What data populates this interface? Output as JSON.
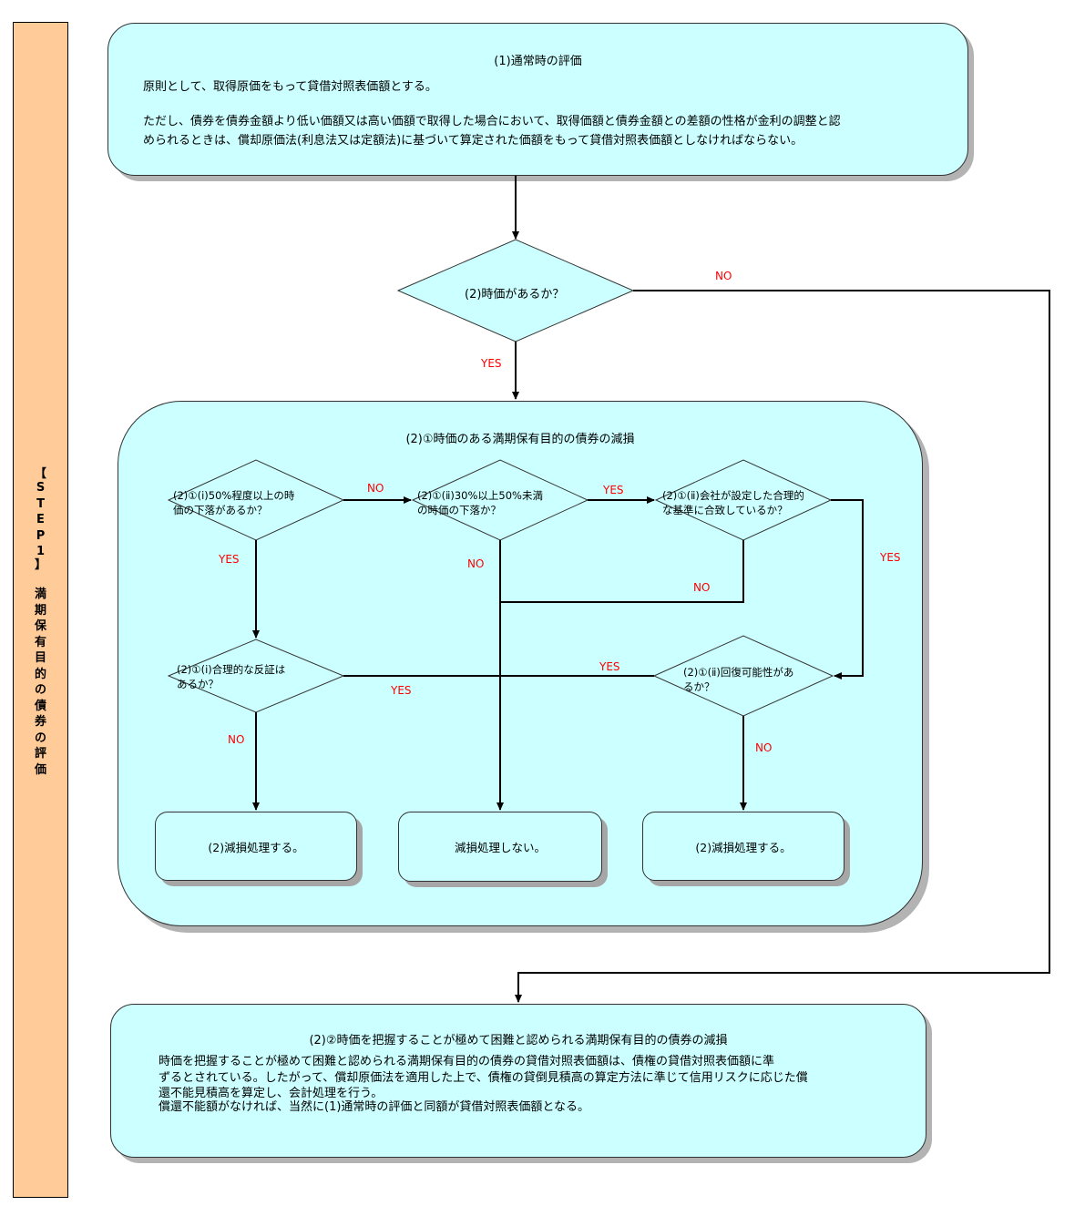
{
  "sidebar": {
    "label": "【STEP1】 満期保有目的の債券の評価"
  },
  "normal_eval": {
    "title": "(1)通常時の評価",
    "para1": "原則として、取得原価をもって貸借対照表価額とする。",
    "para2_line1": "ただし、債券を債券金額より低い価額又は高い価額で取得した場合において、取得価額と債券金額との差額の性格が金利の調整と認",
    "para2_line2": "められるときは、償却原価法(利息法又は定額法)に基づいて算定された価額をもって貸借対照表価額としなければならない。"
  },
  "market_price_decision": {
    "question": "(2)時価があるか？",
    "yes_label": "YES",
    "no_label": "NO"
  },
  "impairment_with_price": {
    "title": "(2)①時価のある満期保有目的の債券の減損",
    "decisions": {
      "d1": {
        "line1": "(2)①(ⅰ)50%程度以上の時",
        "line2": "価の下落があるか？"
      },
      "d2": {
        "line1": "(2)①(ⅱ)30%以上50%未満",
        "line2": "の時価の下落か？"
      },
      "d3": {
        "line1": "(2)①(ⅱ)会社が設定した合理的",
        "line2": "な基準に合致しているか？"
      },
      "d4": {
        "line1": "(2)①(ⅰ)合理的な反証は",
        "line2": "あるか？"
      },
      "d5": {
        "line1": "(2)①(ⅱ)回復可能性があ",
        "line2": "るか？"
      }
    },
    "edge_labels": {
      "d1_no": "NO",
      "d1_yes": "YES",
      "d2_yes": "YES",
      "d2_no": "NO",
      "d3_no": "NO",
      "d3_yes": "YES",
      "d4_yes": "YES",
      "d5_yes": "YES",
      "d4_no": "NO",
      "d5_no": "NO"
    },
    "outcomes": [
      {
        "label": "(2)減損処理する。"
      },
      {
        "label": "減損処理しない。"
      },
      {
        "label": "(2)減損処理する。"
      }
    ]
  },
  "impairment_difficult": {
    "title": "(2)②時価を把握することが極めて困難と認められる満期保有目的の債券の減損",
    "line1": "時価を把握することが極めて困難と認められる満期保有目的の債券の貸借対照表価額は、債権の貸借対照表価額に準",
    "line2": "ずるとされている。したがって、償却原価法を適用した上で、債権の貸倒見積高の算定方法に準じて信用リスクに応じた償",
    "line3": "還不能見積高を算定し、会計処理を行う。",
    "line4": "償還不能額がなければ、当然に(1)通常時の評価と同額が貸借対照表価額となる。"
  },
  "colors": {
    "box_fill": "#ccffff",
    "sidebar_fill": "#ffcc99",
    "label_red": "#ff0000",
    "shadow": "#b3b3b3"
  }
}
